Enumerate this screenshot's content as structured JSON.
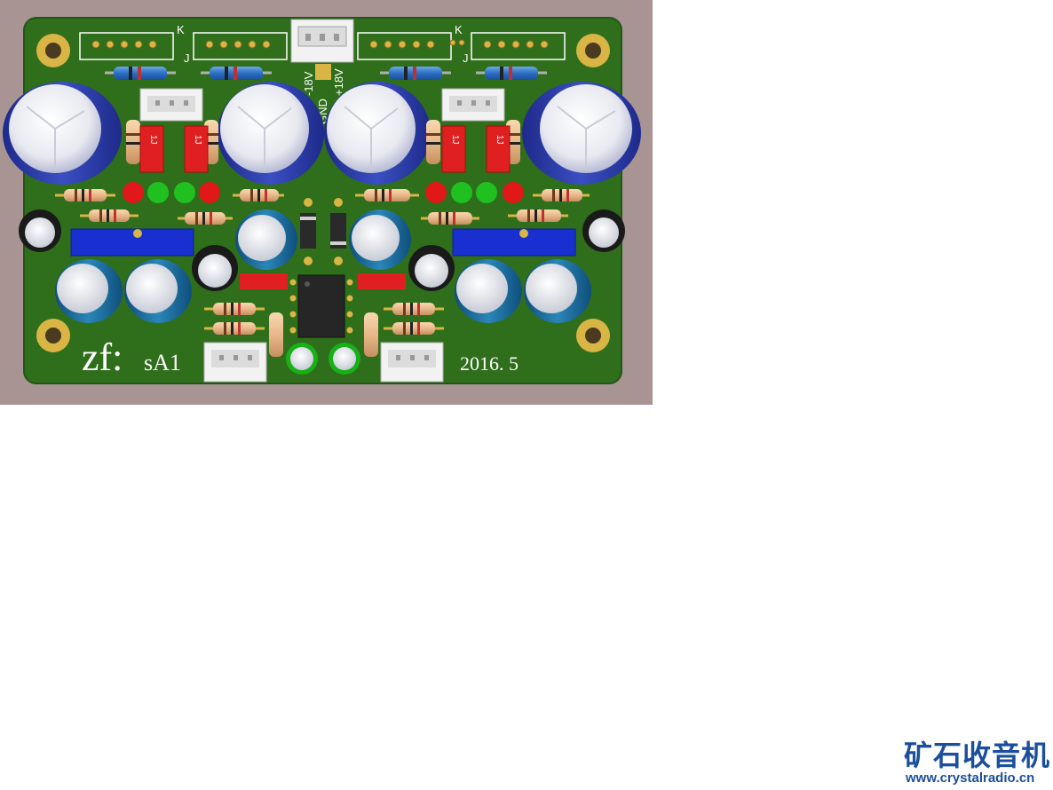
{
  "board": {
    "logo": "zf:",
    "model": "sA1",
    "date": "2016. 5",
    "power_labels": {
      "neg": "-18V",
      "gnd": "GND",
      "pos": "+18V"
    },
    "header_marks": {
      "k_left": "K",
      "j_left": "J",
      "k_right": "K",
      "j_right": "J"
    },
    "trimpot_marks": [
      "1J",
      "1J",
      "1J",
      "1J"
    ]
  },
  "watermark": {
    "name": "矿石收音机",
    "url": "www.crystalradio.cn",
    "color": "#1b4f9c"
  },
  "colors": {
    "background": "#a89593",
    "pcb": "#2f6e1a",
    "pad": "#d8b545"
  }
}
